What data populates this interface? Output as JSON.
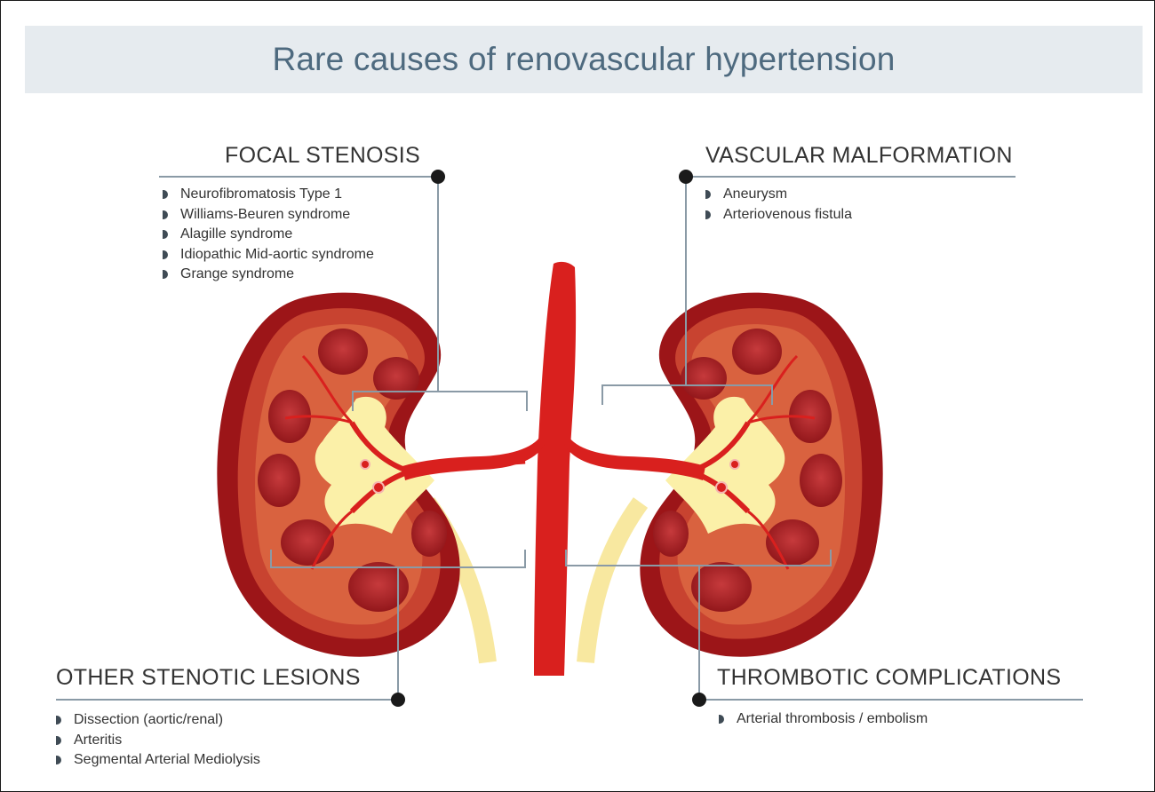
{
  "title": "Rare causes of renovascular hypertension",
  "sections": {
    "focal": {
      "heading": "FOCAL STENOSIS",
      "items": [
        "Neurofibromatosis Type 1",
        "Williams-Beuren syndrome",
        "Alagille syndrome",
        "Idiopathic Mid-aortic syndrome",
        "Grange syndrome"
      ]
    },
    "vascular": {
      "heading": "VASCULAR MALFORMATION",
      "items": [
        "Aneurysm",
        "Arteriovenous fistula"
      ]
    },
    "other": {
      "heading": "OTHER STENOTIC LESIONS",
      "items": [
        "Dissection (aortic/renal)",
        "Arteritis",
        "Segmental Arterial Mediolysis"
      ]
    },
    "thrombotic": {
      "heading": "THROMBOTIC COMPLICATIONS",
      "items": [
        "Arterial thrombosis / embolism"
      ]
    }
  },
  "icons": {
    "bullet": "half-disc-bullet-icon",
    "connector": "connector-dot-icon",
    "illustration": "kidney-illustration"
  },
  "colors": {
    "title_band": "#e6ebef",
    "title_text": "#4e6a7f",
    "artery_red": "#d9201e",
    "kidney_dark": "#9c1518",
    "cortex": "#c84330",
    "pelvis_yellow": "#fbf0a8",
    "ureter_yellow": "#f8e8a0",
    "line_gray": "#8a9aa6",
    "dot": "#1a1a1a"
  }
}
